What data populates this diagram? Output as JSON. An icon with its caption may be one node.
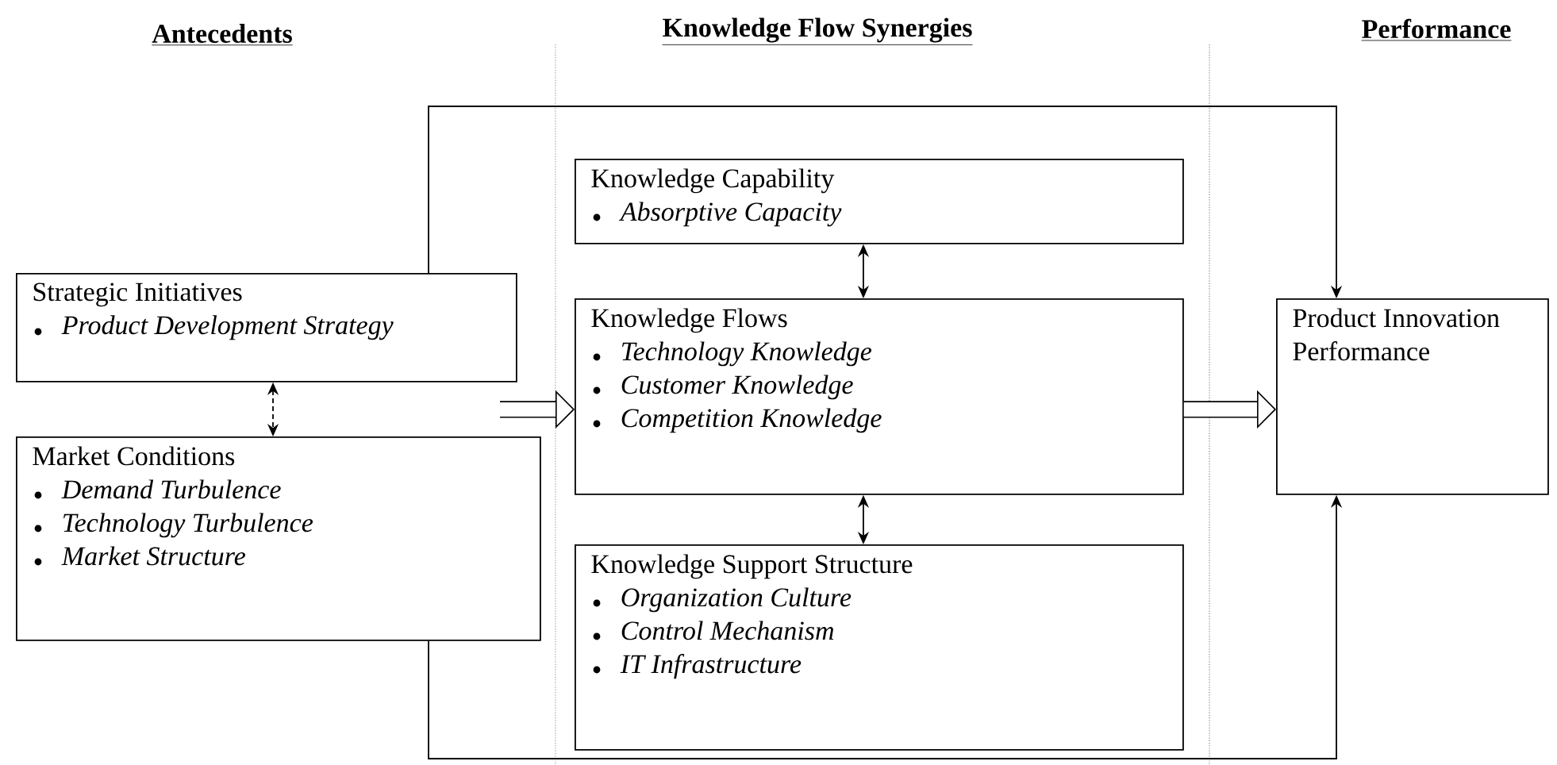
{
  "diagram": {
    "nodes": [
      {
        "text": [
          "Strategic Initiatives",
          "Product Development Strategy"
        ]
      },
      {
        "text": [
          "Market Conditions",
          "Demand Turbulence",
          "Technology Turbulence",
          "Market Structure"
        ]
      },
      {
        "text": [
          "Knowledge Capability",
          "Absorptive Capacity"
        ]
      },
      {
        "text": [
          "Knowledge Flows",
          "Technology Knowledge",
          "Customer Knowledge",
          "Competition Knowledge"
        ]
      },
      {
        "text": [
          "Knowledge Support Structure",
          "Organization Culture",
          "Control Mechanism",
          "IT Infrastructure"
        ]
      },
      {
        "text": [
          "Product Innovation Performance"
        ]
      }
    ],
    "edges": [
      {
        "from": 0,
        "to": 1,
        "arrow": "both",
        "style": "dashed"
      },
      {
        "from": 2,
        "to": 3,
        "arrow": "both"
      },
      {
        "from": 3,
        "to": 4,
        "arrow": "both"
      },
      {
        "from": null,
        "to": 3,
        "arrow": "to",
        "style": "thick"
      },
      {
        "from": 3,
        "to": 5,
        "arrow": "to",
        "style": "thick"
      },
      {
        "from": 0,
        "to": 5,
        "arrow": "to"
      },
      {
        "from": 1,
        "to": 5,
        "arrow": "to"
      }
    ],
    "labels": [
      "Antecedents",
      "Knowledge Flow Synergies",
      "Performance"
    ]
  }
}
